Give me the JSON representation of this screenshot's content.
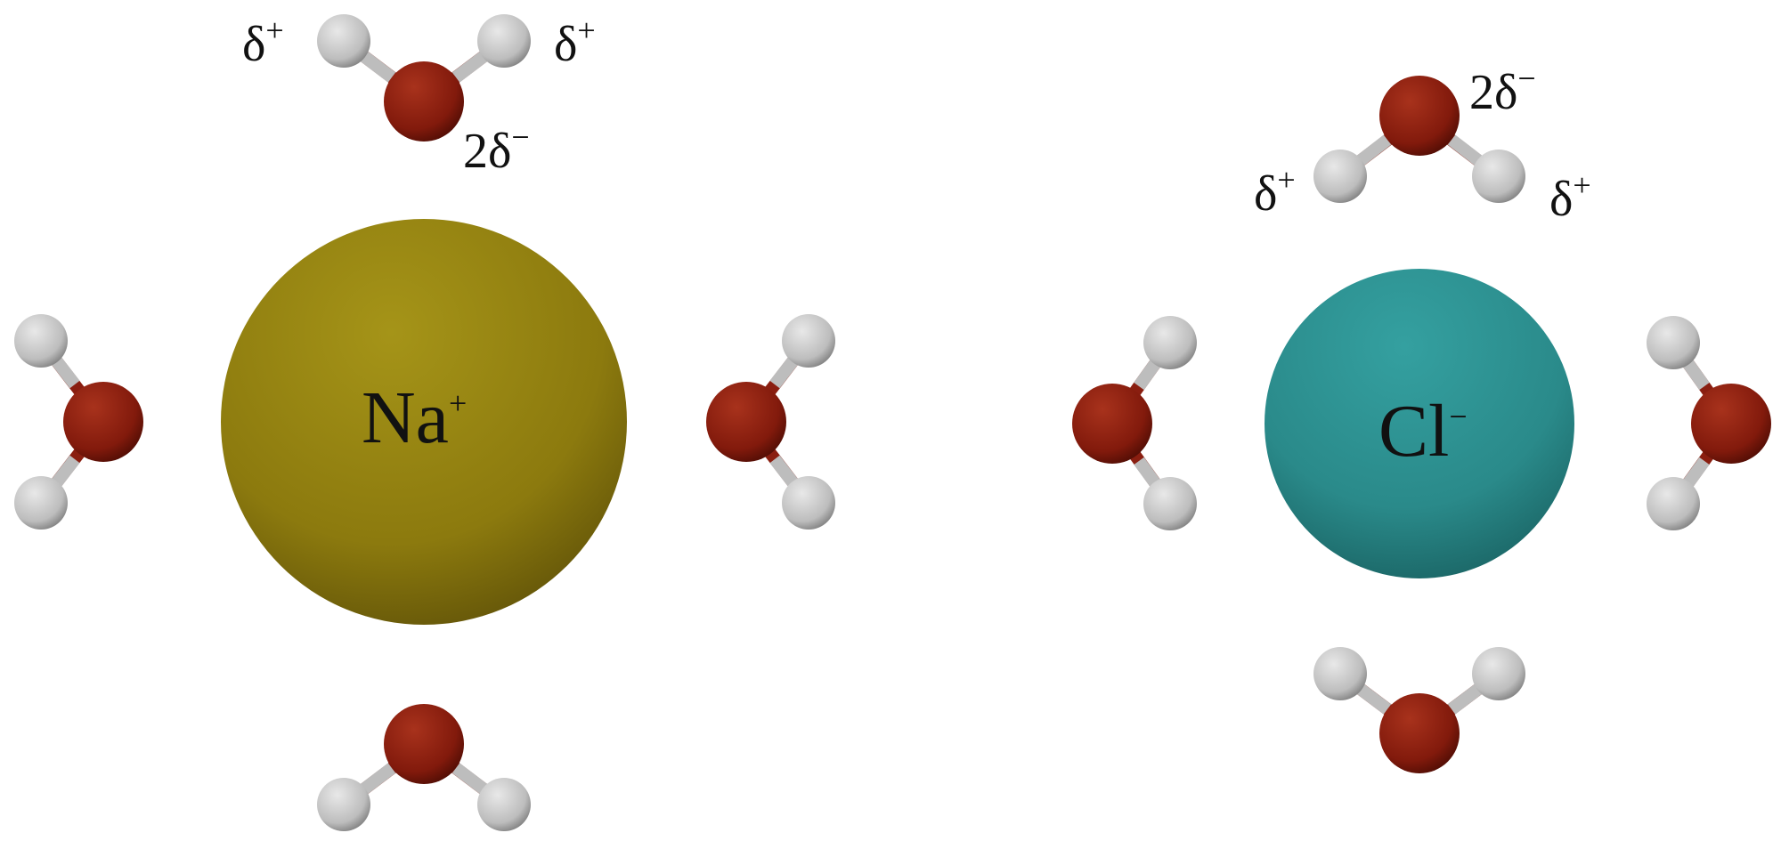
{
  "ions": [
    {
      "id": "sodium",
      "symbol": "Na",
      "charge": "+",
      "color": "#a08a10"
    },
    {
      "id": "chloride",
      "symbol": "Cl",
      "charge": "−",
      "color": "#2f9494"
    }
  ],
  "charges": {
    "na_top_h_left": {
      "base": "δ",
      "sup": "+"
    },
    "na_top_h_right": {
      "base": "δ",
      "sup": "+"
    },
    "na_top_o": {
      "base": "2δ",
      "sup": "−"
    },
    "cl_top_o": {
      "base": "2δ",
      "sup": "−"
    },
    "cl_top_h_left": {
      "base": "δ",
      "sup": "+"
    },
    "cl_top_h_right": {
      "base": "δ",
      "sup": "+"
    }
  },
  "atom_colors": {
    "oxygen": "#8a1e10",
    "hydrogen": "#c8c8c8"
  }
}
